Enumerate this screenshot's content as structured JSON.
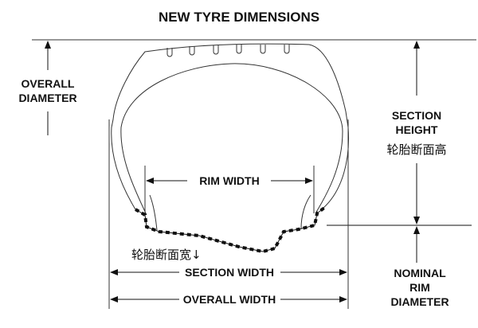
{
  "title": "NEW TYRE DIMENSIONS",
  "labels": {
    "overall_diameter": [
      "OVERALL",
      "DIAMETER"
    ],
    "section_height": [
      "SECTION",
      "HEIGHT"
    ],
    "section_height_cn": "轮胎断面高",
    "rim_width": "RIM WIDTH",
    "section_width_cn": "轮胎断面宽↓",
    "section_width": "SECTION WIDTH",
    "overall_width": "OVERALL WIDTH",
    "nominal_rim_diameter": [
      "NOMINAL",
      "RIM",
      "DIAMETER"
    ]
  },
  "colors": {
    "ink": "#111111",
    "guide": "#777777"
  }
}
